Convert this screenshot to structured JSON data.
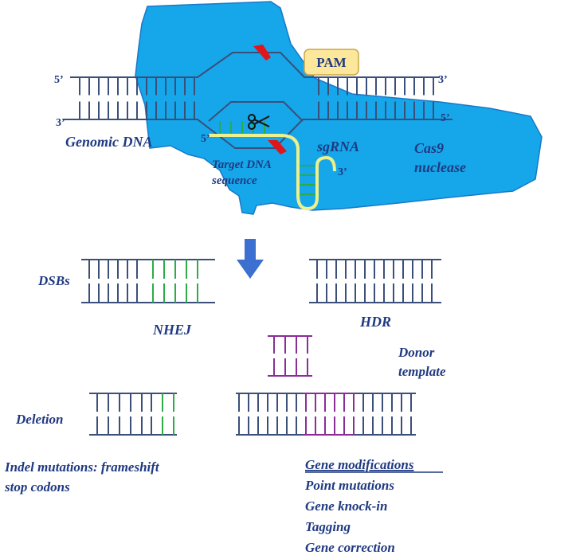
{
  "colors": {
    "cas9": "#15a7ea",
    "cas9_outline": "#1a78c8",
    "dna": "#3a4f7a",
    "guide": "#2cab47",
    "donor": "#8a2d97",
    "sgrna": "#eef08a",
    "pam_fill": "#fde79a",
    "pam_border": "#c9a74a",
    "cut_mark": "#e0161a",
    "arrow": "#3b6fd0",
    "text": "#1f3a82"
  },
  "ends": {
    "top_left_5": "5’",
    "bottom_left_3": "3’",
    "top_right_3": "3’",
    "bottom_right_5": "5’",
    "sgrna_5": "5’",
    "sgrna_3": "3’"
  },
  "labels": {
    "pam": "PAM",
    "genomic_dna": "Genomic DNA",
    "sgrna": "sgRNA",
    "cas9_line1": "Cas9",
    "cas9_line2": "nuclease",
    "target_line1": "Target DNA",
    "target_line2": "sequence",
    "dsbs": "DSBs",
    "nhej": "NHEJ",
    "hdr": "HDR",
    "donor_line1": "Donor",
    "donor_line2": "template",
    "deletion": "Deletion",
    "indel_line1": "Indel mutations: frameshift",
    "indel_line2": "stop codons",
    "gene_mod_title": "Gene modifications",
    "gene_mod_items": [
      "Point mutations",
      "Gene knock-in",
      "Tagging",
      "Gene correction"
    ]
  },
  "icons": {
    "scissors": "scissors-icon",
    "arrow": "arrow-down-icon"
  }
}
